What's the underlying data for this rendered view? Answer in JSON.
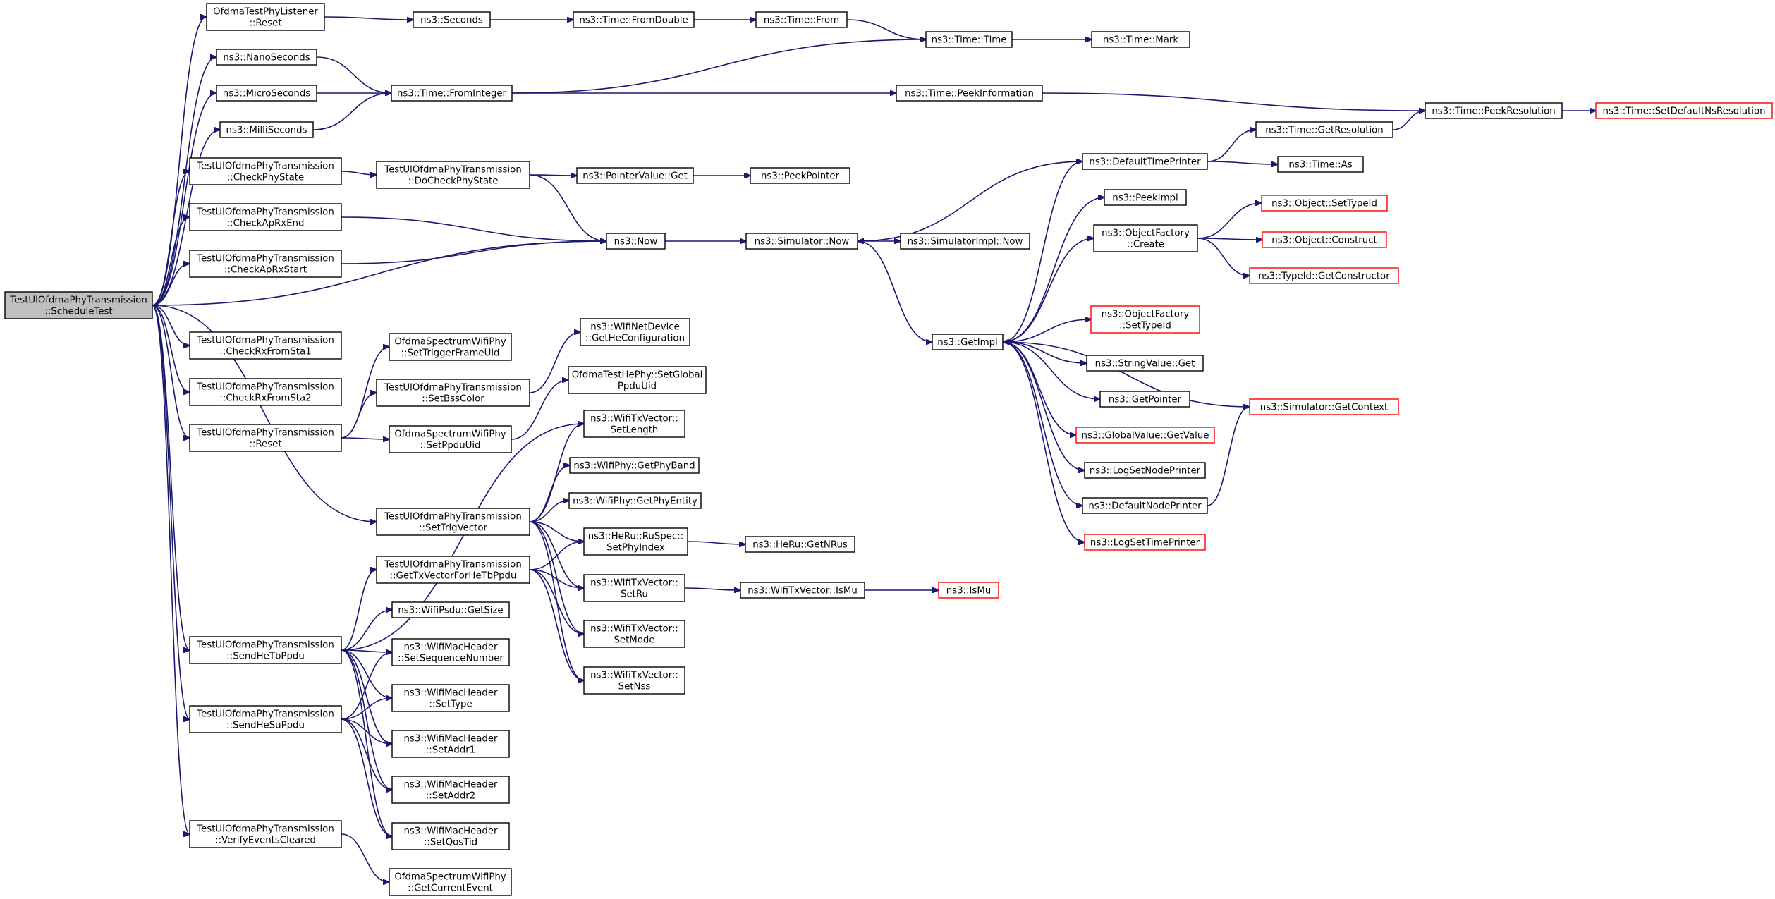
{
  "diagram": {
    "type": "call-graph",
    "colors": {
      "edge": "#191970",
      "node_border": "#000000",
      "root_fill": "#bfbfbf",
      "truncated_border": "#ff0000"
    },
    "nodes": [
      {
        "id": "root",
        "lines": [
          "TestUlOfdmaPhyTransmission",
          "::ScheduleTest"
        ],
        "style": "root"
      },
      {
        "id": "listener_reset",
        "lines": [
          "OfdmaTestPhyListener",
          "::Reset"
        ]
      },
      {
        "id": "nanoseconds",
        "lines": [
          "ns3::NanoSeconds"
        ]
      },
      {
        "id": "microseconds",
        "lines": [
          "ns3::MicroSeconds"
        ]
      },
      {
        "id": "milliseconds",
        "lines": [
          "ns3::MilliSeconds"
        ]
      },
      {
        "id": "checkphystate",
        "lines": [
          "TestUlOfdmaPhyTransmission",
          "::CheckPhyState"
        ]
      },
      {
        "id": "checkaprxend",
        "lines": [
          "TestUlOfdmaPhyTransmission",
          "::CheckApRxEnd"
        ]
      },
      {
        "id": "checkaprxstart",
        "lines": [
          "TestUlOfdmaPhyTransmission",
          "::CheckApRxStart"
        ]
      },
      {
        "id": "checkrxfromsta1",
        "lines": [
          "TestUlOfdmaPhyTransmission",
          "::CheckRxFromSta1"
        ]
      },
      {
        "id": "checkrxfromsta2",
        "lines": [
          "TestUlOfdmaPhyTransmission",
          "::CheckRxFromSta2"
        ]
      },
      {
        "id": "test_reset",
        "lines": [
          "TestUlOfdmaPhyTransmission",
          "::Reset"
        ]
      },
      {
        "id": "sendhetbppdu",
        "lines": [
          "TestUlOfdmaPhyTransmission",
          "::SendHeTbPpdu"
        ]
      },
      {
        "id": "sendhesuppdu",
        "lines": [
          "TestUlOfdmaPhyTransmission",
          "::SendHeSuPpdu"
        ]
      },
      {
        "id": "verifyevents",
        "lines": [
          "TestUlOfdmaPhyTransmission",
          "::VerifyEventsCleared"
        ]
      },
      {
        "id": "seconds",
        "lines": [
          "ns3::Seconds"
        ]
      },
      {
        "id": "fromdouble",
        "lines": [
          "ns3::Time::FromDouble"
        ]
      },
      {
        "id": "timefrom",
        "lines": [
          "ns3::Time::From"
        ]
      },
      {
        "id": "timetime",
        "lines": [
          "ns3::Time::Time"
        ]
      },
      {
        "id": "timemark",
        "lines": [
          "ns3::Time::Mark"
        ]
      },
      {
        "id": "frominteger",
        "lines": [
          "ns3::Time::FromInteger"
        ]
      },
      {
        "id": "peekinformation",
        "lines": [
          "ns3::Time::PeekInformation"
        ]
      },
      {
        "id": "peekresolution",
        "lines": [
          "ns3::Time::PeekResolution"
        ]
      },
      {
        "id": "setdefaultns",
        "lines": [
          "ns3::Time::SetDefaultNsResolution"
        ],
        "style": "truncated"
      },
      {
        "id": "getresolution",
        "lines": [
          "ns3::Time::GetResolution"
        ]
      },
      {
        "id": "timeas",
        "lines": [
          "ns3::Time::As"
        ]
      },
      {
        "id": "defaulttimeprinter",
        "lines": [
          "ns3::DefaultTimePrinter"
        ]
      },
      {
        "id": "docheckphystate",
        "lines": [
          "TestUlOfdmaPhyTransmission",
          "::DoCheckPhyState"
        ]
      },
      {
        "id": "pointervalueget",
        "lines": [
          "ns3::PointerValue::Get"
        ]
      },
      {
        "id": "peekpointer",
        "lines": [
          "ns3::PeekPointer"
        ]
      },
      {
        "id": "now",
        "lines": [
          "ns3::Now"
        ]
      },
      {
        "id": "simulatornow",
        "lines": [
          "ns3::Simulator::Now"
        ]
      },
      {
        "id": "simimplnow",
        "lines": [
          "ns3::SimulatorImpl::Now"
        ]
      },
      {
        "id": "getimpl",
        "lines": [
          "ns3::GetImpl"
        ]
      },
      {
        "id": "peekimpl",
        "lines": [
          "ns3::PeekImpl"
        ]
      },
      {
        "id": "ofcreate",
        "lines": [
          "ns3::ObjectFactory",
          "::Create"
        ]
      },
      {
        "id": "objsettypeid",
        "lines": [
          "ns3::Object::SetTypeId"
        ],
        "style": "truncated"
      },
      {
        "id": "objconstruct",
        "lines": [
          "ns3::Object::Construct"
        ],
        "style": "truncated"
      },
      {
        "id": "typeidgetctor",
        "lines": [
          "ns3::TypeId::GetConstructor"
        ],
        "style": "truncated"
      },
      {
        "id": "ofsettypeid",
        "lines": [
          "ns3::ObjectFactory",
          "::SetTypeId"
        ],
        "style": "truncated"
      },
      {
        "id": "stringvalueget",
        "lines": [
          "ns3::StringValue::Get"
        ]
      },
      {
        "id": "getpointer",
        "lines": [
          "ns3::GetPointer"
        ]
      },
      {
        "id": "globalvalueget",
        "lines": [
          "ns3::GlobalValue::GetValue"
        ],
        "style": "truncated"
      },
      {
        "id": "logsetnodeprinter",
        "lines": [
          "ns3::LogSetNodePrinter"
        ]
      },
      {
        "id": "defaultnodeprinter",
        "lines": [
          "ns3::DefaultNodePrinter"
        ]
      },
      {
        "id": "logsettimeprinter",
        "lines": [
          "ns3::LogSetTimePrinter"
        ],
        "style": "truncated"
      },
      {
        "id": "simgetcontext",
        "lines": [
          "ns3::Simulator::GetContext"
        ],
        "style": "truncated"
      },
      {
        "id": "settriggerframeuid",
        "lines": [
          "OfdmaSpectrumWifiPhy",
          "::SetTriggerFrameUid"
        ]
      },
      {
        "id": "setbsscolor",
        "lines": [
          "TestUlOfdmaPhyTransmission",
          "::SetBssColor"
        ]
      },
      {
        "id": "setppduuid",
        "lines": [
          "OfdmaSpectrumWifiPhy",
          "::SetPpduUid"
        ]
      },
      {
        "id": "getheconfig",
        "lines": [
          "ns3::WifiNetDevice",
          "::GetHeConfiguration"
        ]
      },
      {
        "id": "setglobalppduuid",
        "lines": [
          "OfdmaTestHePhy::SetGlobal",
          "PpduUid"
        ]
      },
      {
        "id": "txsetlength",
        "lines": [
          "ns3::WifiTxVector::",
          "SetLength"
        ]
      },
      {
        "id": "getphyband",
        "lines": [
          "ns3::WifiPhy::GetPhyBand"
        ]
      },
      {
        "id": "getphyentity",
        "lines": [
          "ns3::WifiPhy::GetPhyEntity"
        ]
      },
      {
        "id": "setphyindex",
        "lines": [
          "ns3::HeRu::RuSpec::",
          "SetPhyIndex"
        ]
      },
      {
        "id": "getnrus",
        "lines": [
          "ns3::HeRu::GetNRus"
        ]
      },
      {
        "id": "txsetru",
        "lines": [
          "ns3::WifiTxVector::",
          "SetRu"
        ]
      },
      {
        "id": "txismu",
        "lines": [
          "ns3::WifiTxVector::IsMu"
        ]
      },
      {
        "id": "ismu",
        "lines": [
          "ns3::IsMu"
        ],
        "style": "truncated"
      },
      {
        "id": "txsetmode",
        "lines": [
          "ns3::WifiTxVector::",
          "SetMode"
        ]
      },
      {
        "id": "txsetnss",
        "lines": [
          "ns3::WifiTxVector::",
          "SetNss"
        ]
      },
      {
        "id": "settrigvector",
        "lines": [
          "TestUlOfdmaPhyTransmission",
          "::SetTrigVector"
        ]
      },
      {
        "id": "gettxvector",
        "lines": [
          "TestUlOfdmaPhyTransmission",
          "::GetTxVectorForHeTbPpdu"
        ]
      },
      {
        "id": "psdugetsize",
        "lines": [
          "ns3::WifiPsdu::GetSize"
        ]
      },
      {
        "id": "setseqnum",
        "lines": [
          "ns3::WifiMacHeader",
          "::SetSequenceNumber"
        ]
      },
      {
        "id": "settype",
        "lines": [
          "ns3::WifiMacHeader",
          "::SetType"
        ]
      },
      {
        "id": "setaddr1",
        "lines": [
          "ns3::WifiMacHeader",
          "::SetAddr1"
        ]
      },
      {
        "id": "setaddr2",
        "lines": [
          "ns3::WifiMacHeader",
          "::SetAddr2"
        ]
      },
      {
        "id": "setqostid",
        "lines": [
          "ns3::WifiMacHeader",
          "::SetQosTid"
        ]
      },
      {
        "id": "getcurrentevent",
        "lines": [
          "OfdmaSpectrumWifiPhy",
          "::GetCurrentEvent"
        ]
      }
    ],
    "edges": [
      [
        "root",
        "listener_reset"
      ],
      [
        "root",
        "nanoseconds"
      ],
      [
        "root",
        "microseconds"
      ],
      [
        "root",
        "milliseconds"
      ],
      [
        "root",
        "checkphystate"
      ],
      [
        "root",
        "checkaprxend"
      ],
      [
        "root",
        "checkaprxstart"
      ],
      [
        "root",
        "now"
      ],
      [
        "root",
        "checkrxfromsta1"
      ],
      [
        "root",
        "checkrxfromsta2"
      ],
      [
        "root",
        "test_reset"
      ],
      [
        "root",
        "settrigvector"
      ],
      [
        "root",
        "sendhetbppdu"
      ],
      [
        "root",
        "sendhesuppdu"
      ],
      [
        "root",
        "verifyevents"
      ],
      [
        "listener_reset",
        "seconds"
      ],
      [
        "seconds",
        "fromdouble"
      ],
      [
        "fromdouble",
        "timefrom"
      ],
      [
        "timefrom",
        "timetime"
      ],
      [
        "timetime",
        "timemark"
      ],
      [
        "nanoseconds",
        "frominteger"
      ],
      [
        "microseconds",
        "frominteger"
      ],
      [
        "milliseconds",
        "frominteger"
      ],
      [
        "frominteger",
        "timetime"
      ],
      [
        "frominteger",
        "peekinformation"
      ],
      [
        "peekinformation",
        "peekresolution"
      ],
      [
        "peekresolution",
        "setdefaultns"
      ],
      [
        "getresolution",
        "peekresolution"
      ],
      [
        "defaulttimeprinter",
        "getresolution"
      ],
      [
        "defaulttimeprinter",
        "timeas"
      ],
      [
        "defaulttimeprinter",
        "simulatornow"
      ],
      [
        "checkphystate",
        "docheckphystate"
      ],
      [
        "docheckphystate",
        "pointervalueget"
      ],
      [
        "pointervalueget",
        "peekpointer"
      ],
      [
        "docheckphystate",
        "now"
      ],
      [
        "checkaprxend",
        "now"
      ],
      [
        "checkaprxstart",
        "now"
      ],
      [
        "now",
        "simulatornow"
      ],
      [
        "simulatornow",
        "simimplnow"
      ],
      [
        "simulatornow",
        "getimpl"
      ],
      [
        "getimpl",
        "defaulttimeprinter"
      ],
      [
        "getimpl",
        "peekimpl"
      ],
      [
        "getimpl",
        "ofcreate"
      ],
      [
        "getimpl",
        "ofsettypeid"
      ],
      [
        "getimpl",
        "stringvalueget"
      ],
      [
        "getimpl",
        "getpointer"
      ],
      [
        "getimpl",
        "globalvalueget"
      ],
      [
        "getimpl",
        "logsetnodeprinter"
      ],
      [
        "getimpl",
        "defaultnodeprinter"
      ],
      [
        "getimpl",
        "logsettimeprinter"
      ],
      [
        "ofcreate",
        "objsettypeid"
      ],
      [
        "ofcreate",
        "objconstruct"
      ],
      [
        "ofcreate",
        "typeidgetctor"
      ],
      [
        "simgetcontext",
        "getimpl"
      ],
      [
        "defaultnodeprinter",
        "simgetcontext"
      ],
      [
        "test_reset",
        "settriggerframeuid"
      ],
      [
        "test_reset",
        "setbsscolor"
      ],
      [
        "test_reset",
        "setppduuid"
      ],
      [
        "setbsscolor",
        "getheconfig"
      ],
      [
        "setppduuid",
        "setglobalppduuid"
      ],
      [
        "settrigvector",
        "txsetlength"
      ],
      [
        "settrigvector",
        "getphyband"
      ],
      [
        "settrigvector",
        "getphyentity"
      ],
      [
        "settrigvector",
        "setphyindex"
      ],
      [
        "settrigvector",
        "txsetru"
      ],
      [
        "settrigvector",
        "txsetmode"
      ],
      [
        "settrigvector",
        "txsetnss"
      ],
      [
        "setphyindex",
        "getnrus"
      ],
      [
        "txsetru",
        "txismu"
      ],
      [
        "txismu",
        "ismu"
      ],
      [
        "gettxvector",
        "setphyindex"
      ],
      [
        "gettxvector",
        "txsetru"
      ],
      [
        "gettxvector",
        "txsetmode"
      ],
      [
        "gettxvector",
        "txsetnss"
      ],
      [
        "sendhetbppdu",
        "txsetlength"
      ],
      [
        "sendhetbppdu",
        "gettxvector"
      ],
      [
        "sendhetbppdu",
        "psdugetsize"
      ],
      [
        "sendhetbppdu",
        "setseqnum"
      ],
      [
        "sendhetbppdu",
        "settype"
      ],
      [
        "sendhetbppdu",
        "setaddr1"
      ],
      [
        "sendhetbppdu",
        "setaddr2"
      ],
      [
        "sendhetbppdu",
        "setqostid"
      ],
      [
        "sendhesuppdu",
        "setseqnum"
      ],
      [
        "sendhesuppdu",
        "settype"
      ],
      [
        "sendhesuppdu",
        "setaddr1"
      ],
      [
        "sendhesuppdu",
        "setaddr2"
      ],
      [
        "sendhesuppdu",
        "setqostid"
      ],
      [
        "verifyevents",
        "getcurrentevent"
      ]
    ]
  }
}
